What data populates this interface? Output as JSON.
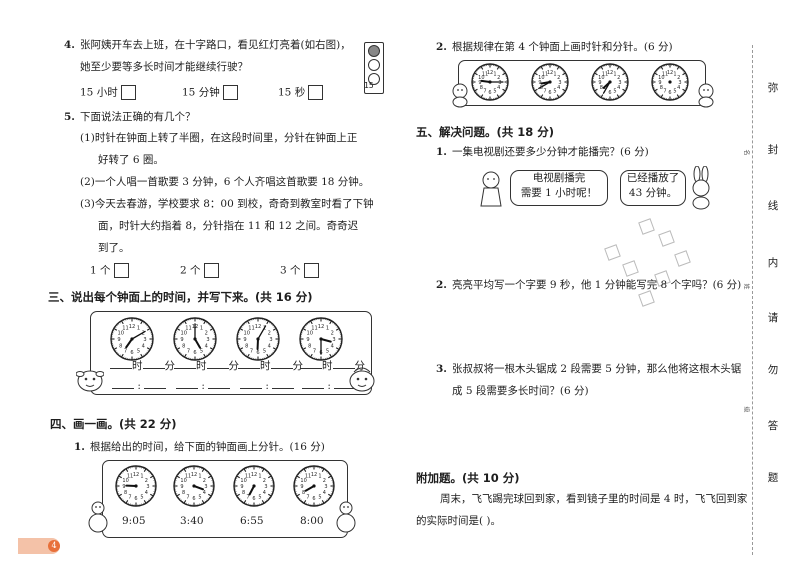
{
  "left": {
    "q4": {
      "number": "4.",
      "text1": "张阿姨开车去上班，在十字路口，看见红灯亮着(如右图)，",
      "text2": "她至少要等多长时间才能继续行驶？",
      "light_number": "15",
      "options": [
        "15 小时",
        "15 分钟",
        "15 秒"
      ]
    },
    "q5": {
      "number": "5.",
      "text": "下面说法正确的有几个？",
      "item1a": "(1)时针在钟面上转了半圈，在这段时间里，分针在钟面上正",
      "item1b": "好转了 6 圈。",
      "item2": "(2)一个人唱一首歌要 3 分钟，6 个人齐唱这首歌要 18 分钟。",
      "item3a": "(3)今天去春游，学校要求 8：00 到校，奇奇到教室时看了下钟",
      "item3b": "面，时针大约指着 8，分针指在 11 和 12 之间。奇奇迟",
      "item3c": "到了。",
      "options": [
        "1 个",
        "2 个",
        "3 个"
      ]
    },
    "sec3": {
      "title": "三、说出每个钟面上的时间，并写下来。(共 16 分)",
      "blank_a": [
        "时",
        "分"
      ],
      "blank_b": ":"
    },
    "sec4": {
      "title": "四、画一画。(共 22 分)",
      "q1_number": "1.",
      "q1_text": "根据给出的时间，给下面的钟面画上分针。(16 分)",
      "times": [
        "9:05",
        "3:40",
        "6:55",
        "8:00"
      ]
    },
    "page_number": "4"
  },
  "right": {
    "q2": {
      "number": "2.",
      "text": "根据规律在第 4 个钟面上画时针和分针。(6 分)"
    },
    "sec5": {
      "title": "五、解决问题。(共 18 分)",
      "q1_number": "1.",
      "q1_text": "一集电视剧还要多少分钟才能播完？(6 分)",
      "bubble1a": "电视剧播完",
      "bubble1b": "需要 1 小时呢！",
      "bubble2a": "已经播放了",
      "bubble2b": "43 分钟。",
      "q2_number": "2.",
      "q2_text": "亮亮平均写一个字要 9 秒，他 1 分钟能写完 8 个字吗？(6 分)",
      "q3_number": "3.",
      "q3_text1": "张叔叔将一根木头锯成 2 段需要 5 分钟，那么他将这根木头锯",
      "q3_text2": "成 5 段需要多长时间？(6 分)"
    },
    "bonus": {
      "title": "附加题。(共 10 分)",
      "text1": "周末，飞飞踢完球回到家，看到镜子里的时间是 4 时，飞飞回到家",
      "text2": "的实际时间是(        )。"
    }
  },
  "binding": {
    "chars": [
      "弥",
      "封",
      "线",
      "内",
      "请",
      "勿",
      "答",
      "题"
    ],
    "small": [
      "名",
      "姓",
      "级"
    ]
  },
  "colors": {
    "ink": "#1e1e1e",
    "page_tab": "#f4c2a8",
    "clock_face": "#ffffff"
  }
}
